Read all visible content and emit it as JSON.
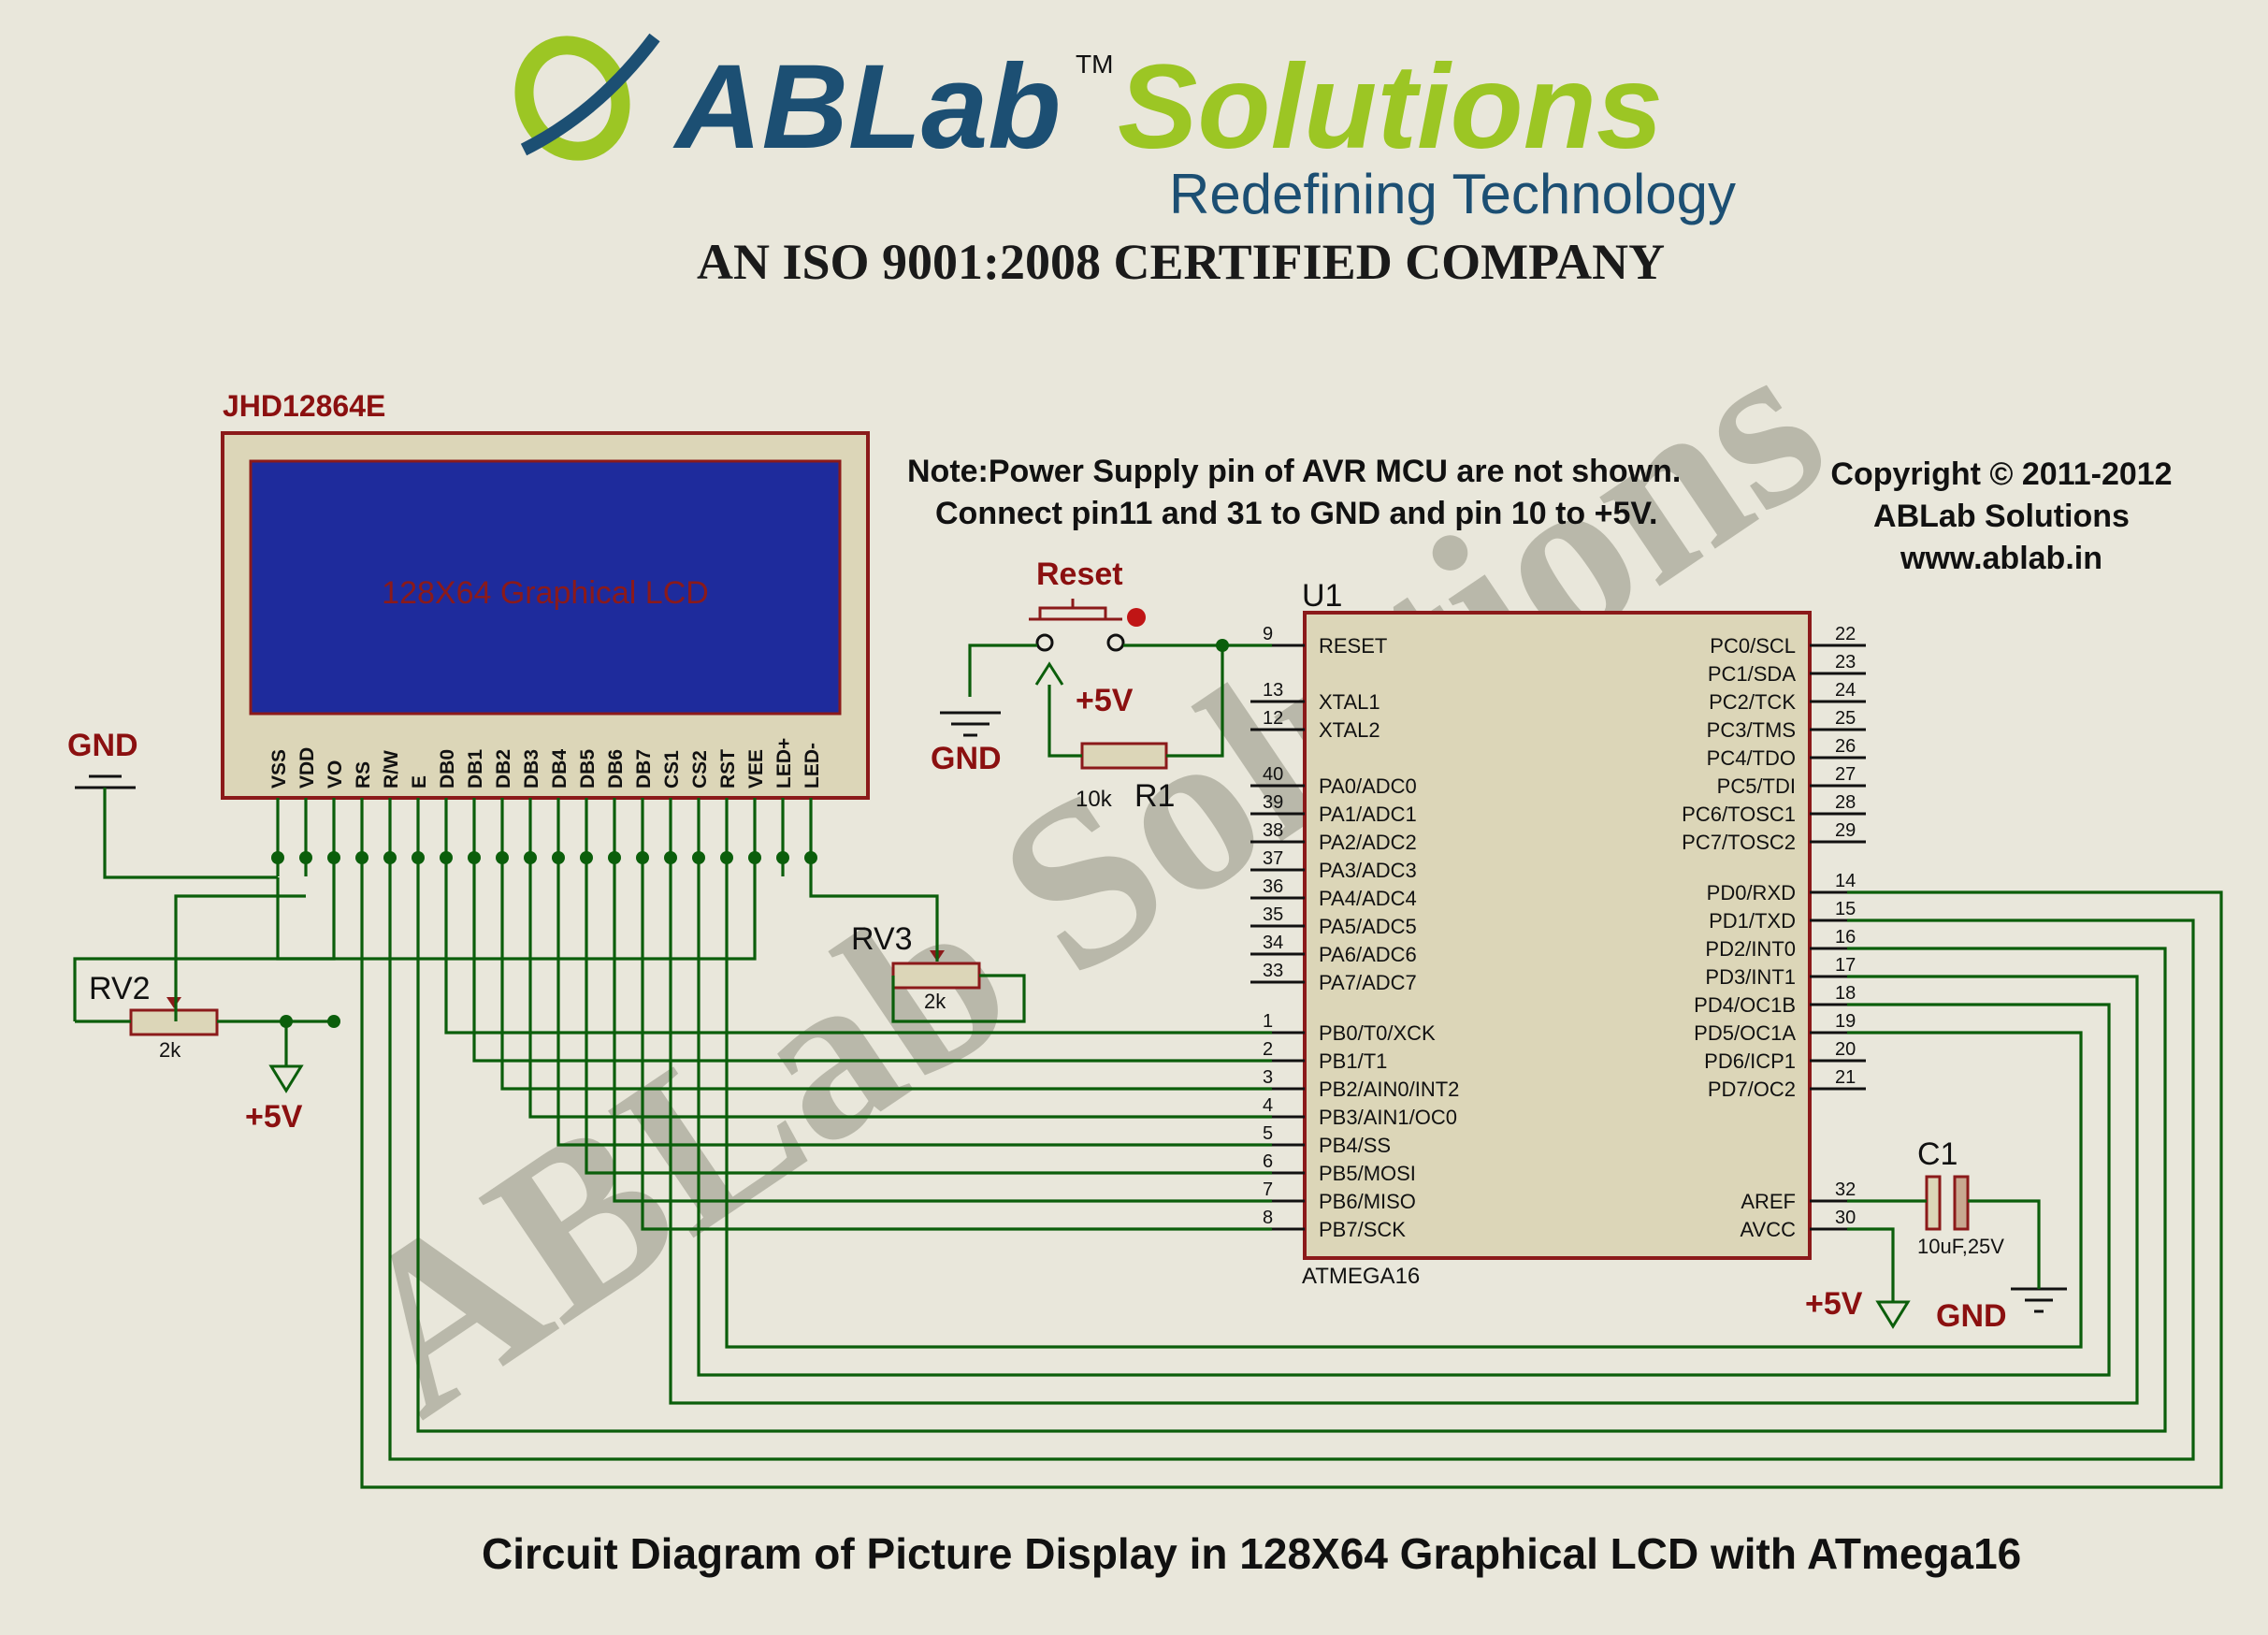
{
  "header": {
    "brand_left": "ABLab",
    "brand_tm": "TM",
    "brand_right": "Solutions",
    "tagline": "Redefining Technology",
    "certification": "AN ISO 9001:2008 CERTIFIED COMPANY"
  },
  "watermark": "ABLab Solutions",
  "note": {
    "line1": "Note:Power Supply pin of AVR MCU are not shown.",
    "line2": "Connect pin11 and 31 to GND and pin 10 to +5V."
  },
  "copyright": {
    "line1": "Copyright © 2011-2012",
    "line2": "ABLab Solutions",
    "line3": "www.ablab.in"
  },
  "lcd": {
    "part": "JHD12864E",
    "screen_text": "128X64 Graphical LCD",
    "pins": [
      "VSS",
      "VDD",
      "VO",
      "RS",
      "R/W",
      "E",
      "DB0",
      "DB1",
      "DB2",
      "DB3",
      "DB4",
      "DB5",
      "DB6",
      "DB7",
      "CS1",
      "CS2",
      "RST",
      "VEE",
      "LED+",
      "LED-"
    ]
  },
  "mcu": {
    "ref": "U1",
    "part": "ATMEGA16",
    "left_pins": [
      {
        "no": "9",
        "name": "RESET"
      },
      {
        "no": "13",
        "name": "XTAL1"
      },
      {
        "no": "12",
        "name": "XTAL2"
      },
      {
        "no": "40",
        "name": "PA0/ADC0"
      },
      {
        "no": "39",
        "name": "PA1/ADC1"
      },
      {
        "no": "38",
        "name": "PA2/ADC2"
      },
      {
        "no": "37",
        "name": "PA3/ADC3"
      },
      {
        "no": "36",
        "name": "PA4/ADC4"
      },
      {
        "no": "35",
        "name": "PA5/ADC5"
      },
      {
        "no": "34",
        "name": "PA6/ADC6"
      },
      {
        "no": "33",
        "name": "PA7/ADC7"
      },
      {
        "no": "1",
        "name": "PB0/T0/XCK"
      },
      {
        "no": "2",
        "name": "PB1/T1"
      },
      {
        "no": "3",
        "name": "PB2/AIN0/INT2"
      },
      {
        "no": "4",
        "name": "PB3/AIN1/OC0"
      },
      {
        "no": "5",
        "name": "PB4/SS"
      },
      {
        "no": "6",
        "name": "PB5/MOSI"
      },
      {
        "no": "7",
        "name": "PB6/MISO"
      },
      {
        "no": "8",
        "name": "PB7/SCK"
      }
    ],
    "right_pins": [
      {
        "no": "22",
        "name": "PC0/SCL"
      },
      {
        "no": "23",
        "name": "PC1/SDA"
      },
      {
        "no": "24",
        "name": "PC2/TCK"
      },
      {
        "no": "25",
        "name": "PC3/TMS"
      },
      {
        "no": "26",
        "name": "PC4/TDO"
      },
      {
        "no": "27",
        "name": "PC5/TDI"
      },
      {
        "no": "28",
        "name": "PC6/TOSC1"
      },
      {
        "no": "29",
        "name": "PC7/TOSC2"
      },
      {
        "no": "14",
        "name": "PD0/RXD"
      },
      {
        "no": "15",
        "name": "PD1/TXD"
      },
      {
        "no": "16",
        "name": "PD2/INT0"
      },
      {
        "no": "17",
        "name": "PD3/INT1"
      },
      {
        "no": "18",
        "name": "PD4/OC1B"
      },
      {
        "no": "19",
        "name": "PD5/OC1A"
      },
      {
        "no": "20",
        "name": "PD6/ICP1"
      },
      {
        "no": "21",
        "name": "PD7/OC2"
      },
      {
        "no": "32",
        "name": "AREF"
      },
      {
        "no": "30",
        "name": "AVCC"
      }
    ]
  },
  "components": {
    "reset_label": "Reset",
    "r1_ref": "R1",
    "r1_value": "10k",
    "rv2_ref": "RV2",
    "rv2_value": "2k",
    "rv3_ref": "RV3",
    "rv3_value": "2k",
    "c1_ref": "C1",
    "c1_value": "10uF,25V"
  },
  "power": {
    "gnd": "GND",
    "vcc": "+5V"
  },
  "caption": "Circuit Diagram of Picture Display in 128X64 Graphical LCD with ATmega16"
}
